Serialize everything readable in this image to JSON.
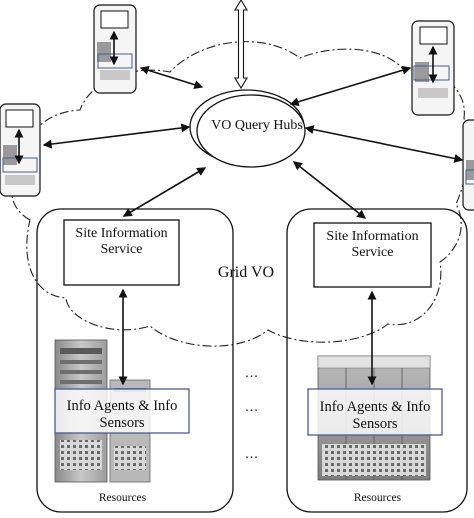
{
  "hub": {
    "title": "VO Query Hubs"
  },
  "grid": {
    "label": "Grid VO"
  },
  "sites": [
    {
      "service": "Site Information Service",
      "agents": "Info Agents & Info Sensors",
      "resources": "Resources"
    },
    {
      "service": "Site Information Service",
      "agents": "Info Agents & Info Sensors",
      "resources": "Resources"
    }
  ],
  "ellipsis": [
    "...",
    "...",
    "..."
  ]
}
